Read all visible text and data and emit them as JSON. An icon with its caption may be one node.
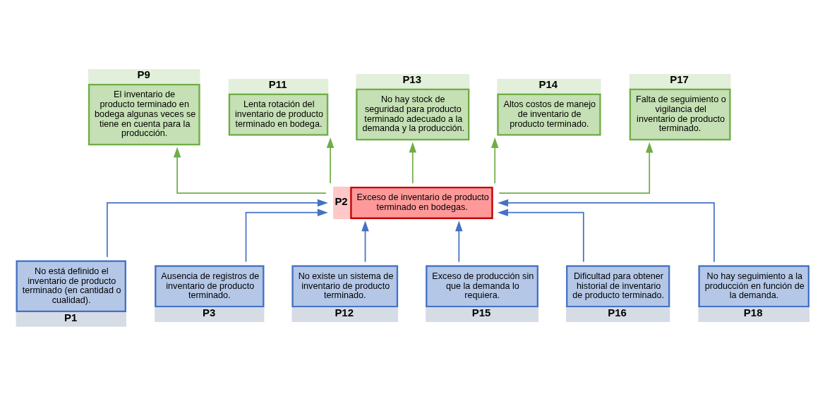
{
  "diagram": {
    "nodes": [
      {
        "text": [
          "P9",
          "El inventario de producto terminado en bodega algunas veces se tiene en cuenta para la producción."
        ]
      },
      {
        "text": [
          "P11",
          "Lenta rotación del inventario de producto terminado en bodega."
        ]
      },
      {
        "text": [
          "P13",
          "No hay stock de seguridad para producto terminado adecuado a la demanda y la producción."
        ]
      },
      {
        "text": [
          "P14",
          "Altos costos de manejo de inventario de producto terminado."
        ]
      },
      {
        "text": [
          "P17",
          "Falta de seguimiento o vigilancia del inventario de producto terminado."
        ]
      },
      {
        "text": [
          "P2",
          "Exceso de inventario de producto terminado en bodegas."
        ]
      },
      {
        "text": [
          "No está definido el inventario de producto terminado (en cantidad o cualidad).",
          "P1"
        ]
      },
      {
        "text": [
          "Ausencia de registros de inventario de producto terminado.",
          "P3"
        ]
      },
      {
        "text": [
          "No existe un sistema de inventario de producto terminado.",
          "P12"
        ]
      },
      {
        "text": [
          "Exceso de producción sin que la demanda lo requiera.",
          "P15"
        ]
      },
      {
        "text": [
          "Dificultad para obtener historial de inventario de producto terminado.",
          "P16"
        ]
      },
      {
        "text": [
          "No hay seguimiento a la producción en función de la demanda.",
          "P18"
        ]
      }
    ],
    "edges": [
      {
        "from": 5,
        "to": 0,
        "arrow": "to",
        "color": "#70ad47"
      },
      {
        "from": 5,
        "to": 1,
        "arrow": "to",
        "color": "#70ad47"
      },
      {
        "from": 5,
        "to": 2,
        "arrow": "to",
        "color": "#70ad47"
      },
      {
        "from": 5,
        "to": 3,
        "arrow": "to",
        "color": "#70ad47"
      },
      {
        "from": 5,
        "to": 4,
        "arrow": "to",
        "color": "#70ad47"
      },
      {
        "from": 6,
        "to": 5,
        "arrow": "to"
      },
      {
        "from": 7,
        "to": 5,
        "arrow": "to"
      },
      {
        "from": 8,
        "to": 5,
        "arrow": "to"
      },
      {
        "from": 9,
        "to": 5,
        "arrow": "to"
      },
      {
        "from": 10,
        "to": 5,
        "arrow": "to"
      },
      {
        "from": 11,
        "to": 5,
        "arrow": "to"
      }
    ]
  }
}
